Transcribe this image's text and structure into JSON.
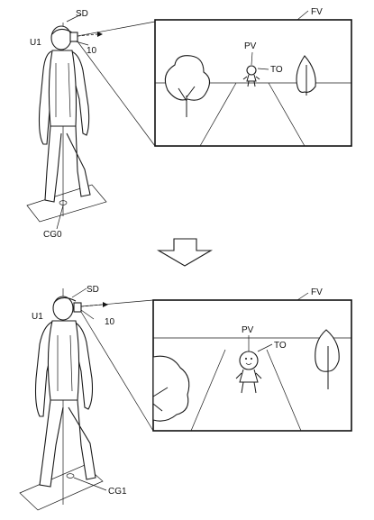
{
  "panels": [
    {
      "user_label": "U1",
      "sensor_label": "SD",
      "device_label": "10",
      "view_label": "FV",
      "virtual_object_label": "PV",
      "target_label": "TO",
      "center_label": "CG0"
    },
    {
      "user_label": "U1",
      "sensor_label": "SD",
      "device_label": "10",
      "view_label": "FV",
      "virtual_object_label": "PV",
      "target_label": "TO",
      "center_label": "CG1"
    }
  ],
  "arrow": {
    "direction": "down"
  }
}
